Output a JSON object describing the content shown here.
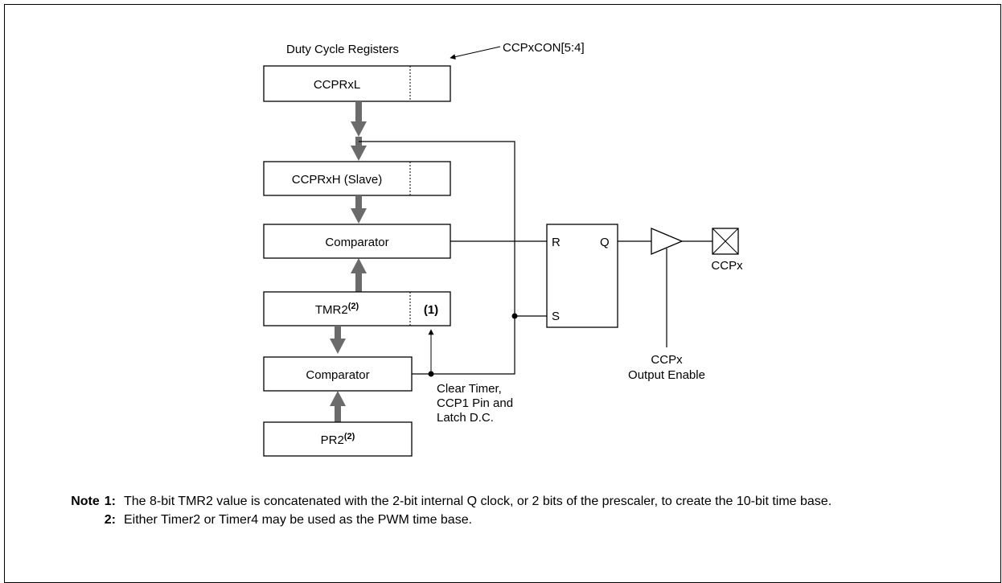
{
  "diagram": {
    "duty_cycle_label": "Duty Cycle Registers",
    "ccpxcon_label": "CCPxCON[5:4]",
    "ccprxl_label": "CCPRxL",
    "ccprxh_label": "CCPRxH (Slave)",
    "comparator_top_label": "Comparator",
    "tmr2_label": "TMR2",
    "tmr2_sup": "(2)",
    "tmr2_note_label": "(1)",
    "comparator_bottom_label": "Comparator",
    "pr2_label": "PR2",
    "pr2_sup": "(2)",
    "latch_r_label": "R",
    "latch_s_label": "S",
    "latch_q_label": "Q",
    "ccpx_pin_label": "CCPx",
    "output_enable_line1": "CCPx",
    "output_enable_line2": "Output Enable",
    "clear_timer_line1": "Clear Timer,",
    "clear_timer_line2": "CCP1 Pin and",
    "clear_timer_line3": "Latch D.C."
  },
  "notes": {
    "lead": "Note",
    "items": [
      {
        "marker": "1:",
        "text": "The 8-bit TMR2 value is concatenated with the 2-bit internal Q clock, or 2 bits of the prescaler, to create the 10-bit time base."
      },
      {
        "marker": "2:",
        "text": "Either Timer2 or Timer4 may be used as the PWM time base."
      }
    ]
  }
}
